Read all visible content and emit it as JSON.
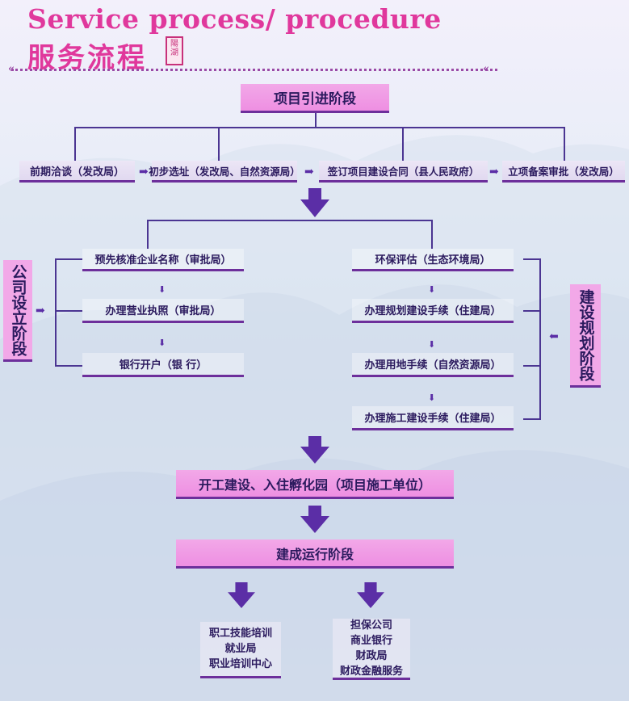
{
  "header": {
    "title_en": "Service process/ procedure",
    "title_zh": "服务流程",
    "seal_text": "陽湖",
    "arrow_left": "«",
    "arrow_right": "«"
  },
  "flow": {
    "stage1": "项目引进阶段",
    "stage1_steps": [
      "前期洽谈（发改局）",
      "初步选址（发改局、自然资源局）",
      "签订项目建设合同（县人民政府）",
      "立项备案审批（发改局）"
    ],
    "company_stage": "公司设立阶段",
    "company_steps": [
      "预先核准企业名称（审批局）",
      "办理营业执照（审批局）",
      "银行开户（银    行）"
    ],
    "planning_stage": "建设规划阶段",
    "planning_steps": [
      "环保评估（生态环境局）",
      "办理规划建设手续（住建局）",
      "办理用地手续（自然资源局）",
      "办理施工建设手续（住建局）"
    ],
    "construction": "开工建设、入住孵化园（项目施工单位）",
    "operation": "建成运行阶段",
    "support_left": [
      "职工技能培训",
      "就业局",
      "职业培训中心"
    ],
    "support_right": [
      "担保公司",
      "商业银行",
      "财政局",
      "财政金融服务"
    ]
  },
  "colors": {
    "title": "#e0389c",
    "box_pink": "#f2a8e8",
    "line": "#4b3592",
    "arrow": "#5b2ea6"
  }
}
